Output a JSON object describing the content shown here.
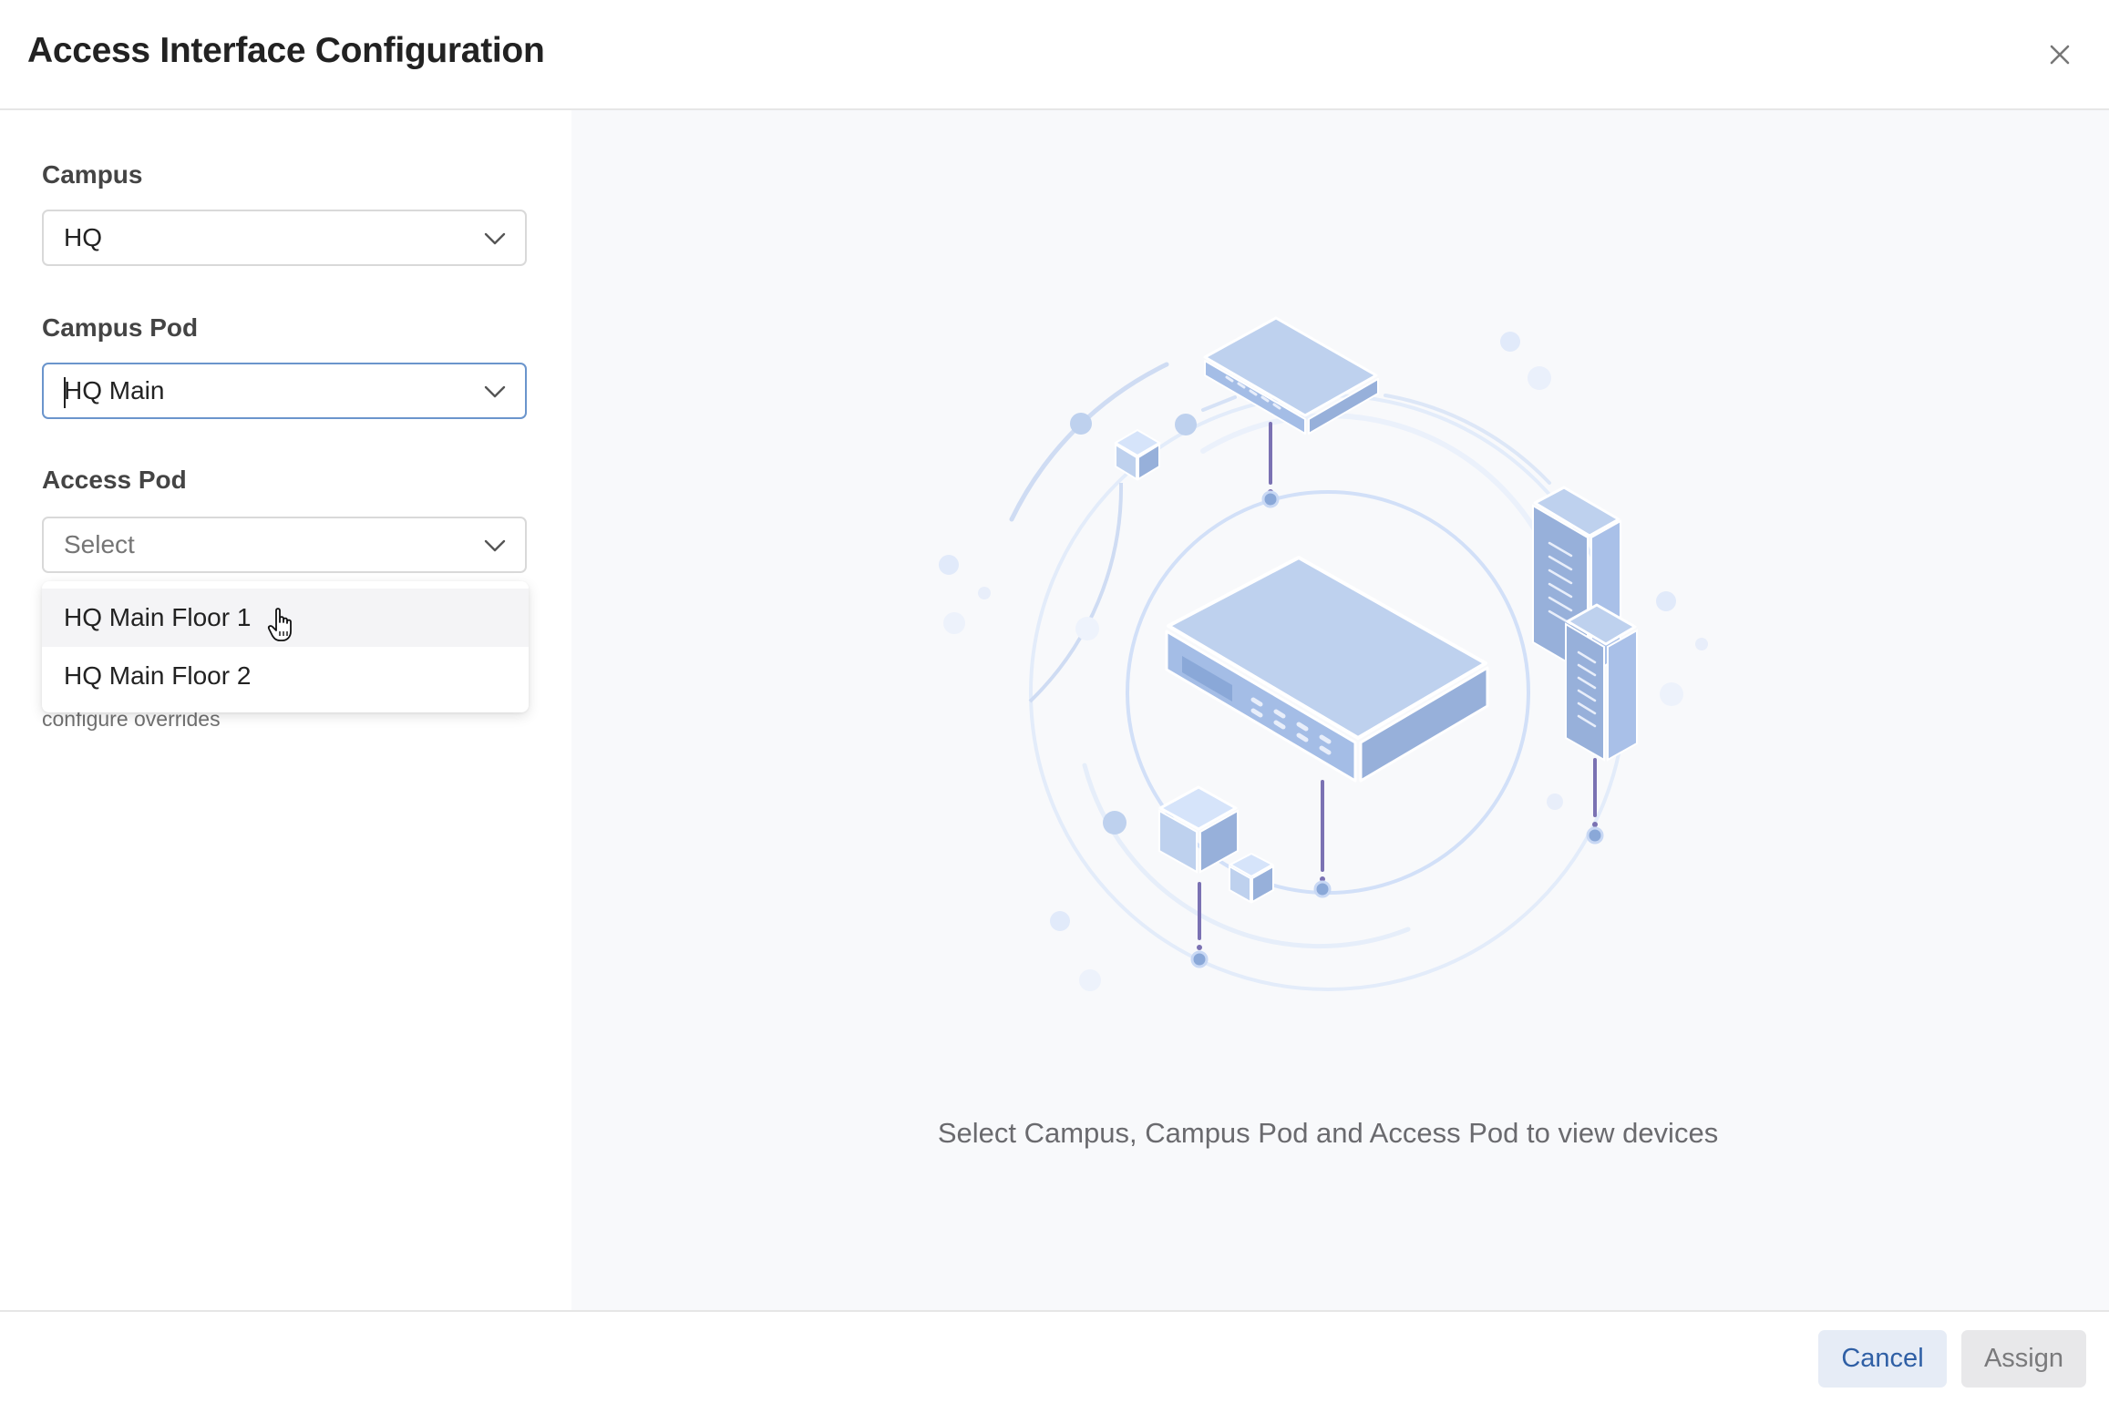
{
  "dialog": {
    "title": "Access Interface Configuration",
    "close_icon": "close-icon"
  },
  "form": {
    "campus": {
      "label": "Campus",
      "value": "HQ",
      "icon": "chevron-down-icon"
    },
    "campus_pod": {
      "label": "Campus Pod",
      "value": "HQ Main",
      "focused": true,
      "icon": "chevron-down-icon"
    },
    "access_pod": {
      "label": "Access Pod",
      "placeholder": "Select",
      "icon": "chevron-down-icon",
      "dropdown_open": true,
      "options": [
        {
          "label": "HQ Main Floor 1",
          "hovered": true
        },
        {
          "label": "HQ Main Floor 2",
          "hovered": false
        }
      ]
    },
    "help_text": "configure overrides"
  },
  "preview": {
    "empty_state_message": "Select Campus, Campus Pod and Access Pod to view devices",
    "illustration": "network-devices-illustration"
  },
  "footer": {
    "cancel_label": "Cancel",
    "assign_label": "Assign",
    "assign_disabled": true
  },
  "colors": {
    "accent_text": "#2f5fa5",
    "focus_border": "#6b95cc",
    "cancel_bg": "#e6ecf6",
    "disabled_bg": "#e8e8ea",
    "panel_bg": "#f8f9fb",
    "illustration_top": "#bed1ee",
    "illustration_side": "#97b0da",
    "connector": "#7b72b3"
  }
}
